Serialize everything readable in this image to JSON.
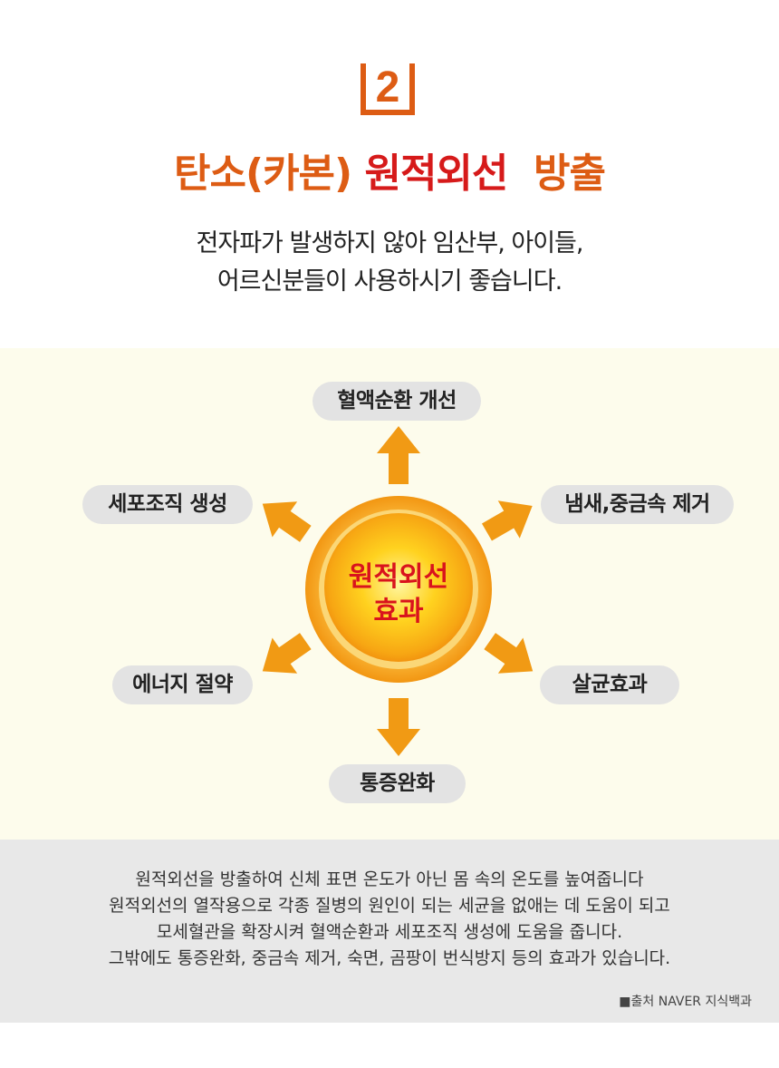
{
  "header": {
    "number": "2",
    "title_part1": "탄소(카본)",
    "title_part2": "원적외선",
    "title_part3": "방출",
    "subtitle_line1": "전자파가 발생하지 않아 임산부, 아이들,",
    "subtitle_line2": "어르신분들이 사용하시기 좋습니다."
  },
  "diagram": {
    "center_line1": "원적외선",
    "center_line2": "효과",
    "effects": {
      "top": "혈액순환 개선",
      "upper_left": "세포조직 생성",
      "upper_right": "냄새,중금속 제거",
      "lower_left": "에너지 절약",
      "lower_right": "살균효과",
      "bottom": "통증완화"
    }
  },
  "footer": {
    "line1": "원적외선을 방출하여 신체 표면 온도가 아닌 몸 속의 온도를 높여줍니다",
    "line2": "원적외선의 열작용으로 각종 질병의 원인이 되는 세균을 없애는 데 도움이 되고",
    "line3": "모세혈관을 확장시켜 혈액순환과 세포조직 생성에 도움을 줍니다.",
    "line4": "그밖에도 통증완화, 중금속 제거, 숙면, 곰팡이 번식방지 등의 효과가 있습니다.",
    "source": "■출처 NAVER 지식백과"
  },
  "colors": {
    "accent_orange": "#dd5c14",
    "accent_red": "#d61a1a",
    "arrow_orange": "#f19a14",
    "panel_bg": "#fdfcec",
    "pill_bg": "#e3e3e3",
    "footer_bg": "#e8e8e8"
  }
}
